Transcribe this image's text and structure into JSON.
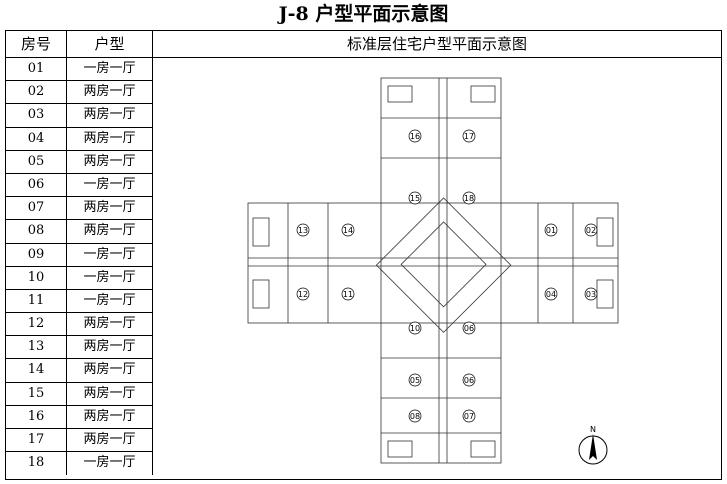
{
  "title": "J-8 户型平面示意图",
  "table": {
    "headers": {
      "room": "房号",
      "type": "户型",
      "plan": "标准层住宅户型平面示意图"
    },
    "rows": [
      {
        "room": "01",
        "type": "一房一厅"
      },
      {
        "room": "02",
        "type": "两房一厅"
      },
      {
        "room": "03",
        "type": "两房一厅"
      },
      {
        "room": "04",
        "type": "两房一厅"
      },
      {
        "room": "05",
        "type": "两房一厅"
      },
      {
        "room": "06",
        "type": "一房一厅"
      },
      {
        "room": "07",
        "type": "两房一厅"
      },
      {
        "room": "08",
        "type": "两房一厅"
      },
      {
        "room": "09",
        "type": "一房一厅"
      },
      {
        "room": "10",
        "type": "一房一厅"
      },
      {
        "room": "11",
        "type": "一房一厅"
      },
      {
        "room": "12",
        "type": "两房一厅"
      },
      {
        "room": "13",
        "type": "两房一厅"
      },
      {
        "room": "14",
        "type": "两房一厅"
      },
      {
        "room": "15",
        "type": "两房一厅"
      },
      {
        "room": "16",
        "type": "两房一厅"
      },
      {
        "room": "17",
        "type": "两房一厅"
      },
      {
        "room": "18",
        "type": "一房一厅"
      }
    ]
  },
  "plan": {
    "units": [
      "16",
      "17",
      "15",
      "18",
      "13",
      "14",
      "01",
      "02",
      "12",
      "11",
      "04",
      "03",
      "10",
      "06",
      "05",
      "06",
      "08",
      "07"
    ],
    "north": "N"
  }
}
